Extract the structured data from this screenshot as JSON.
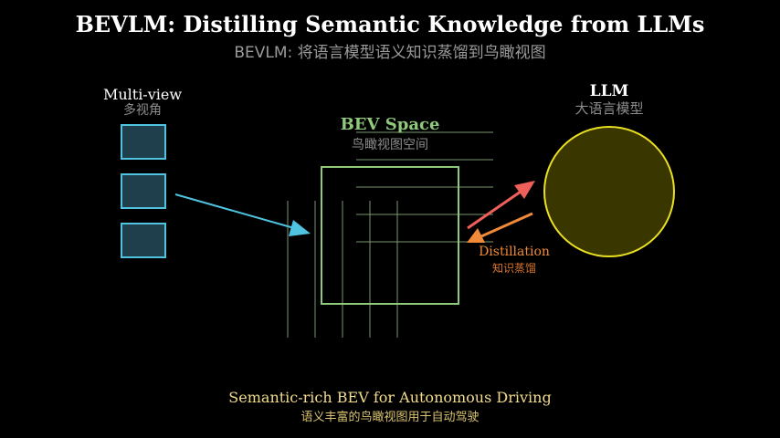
{
  "title": "BEVLM: Distilling Semantic Knowledge from LLMs",
  "subtitle": "BEVLM: 将语言模型语义知识蒸馏到鸟瞰视图",
  "multiview": {
    "label": "Multi-view",
    "label_zh": "多视角"
  },
  "bev": {
    "label": "BEV Space",
    "label_zh": "鸟瞰视图空间"
  },
  "llm": {
    "label": "LLM",
    "label_zh": "大语言模型"
  },
  "distillation": {
    "label": "Distillation",
    "label_zh": "知识蒸馏"
  },
  "footer": {
    "label": "Semantic-rich BEV for Autonomous Driving",
    "label_zh": "语义丰富的鸟瞰视图用于自动驾驶"
  },
  "colors": {
    "background": "#000000",
    "camera_fill": "#1f3f4c",
    "camera_stroke": "#4fc3e0",
    "bev_stroke": "#8fc97a",
    "llm_fill": "#3a3600",
    "llm_stroke": "#e8e020",
    "arrow_red": "#f0605a",
    "arrow_orange": "#f08a38",
    "arrow_blue": "#4fc3e0"
  }
}
